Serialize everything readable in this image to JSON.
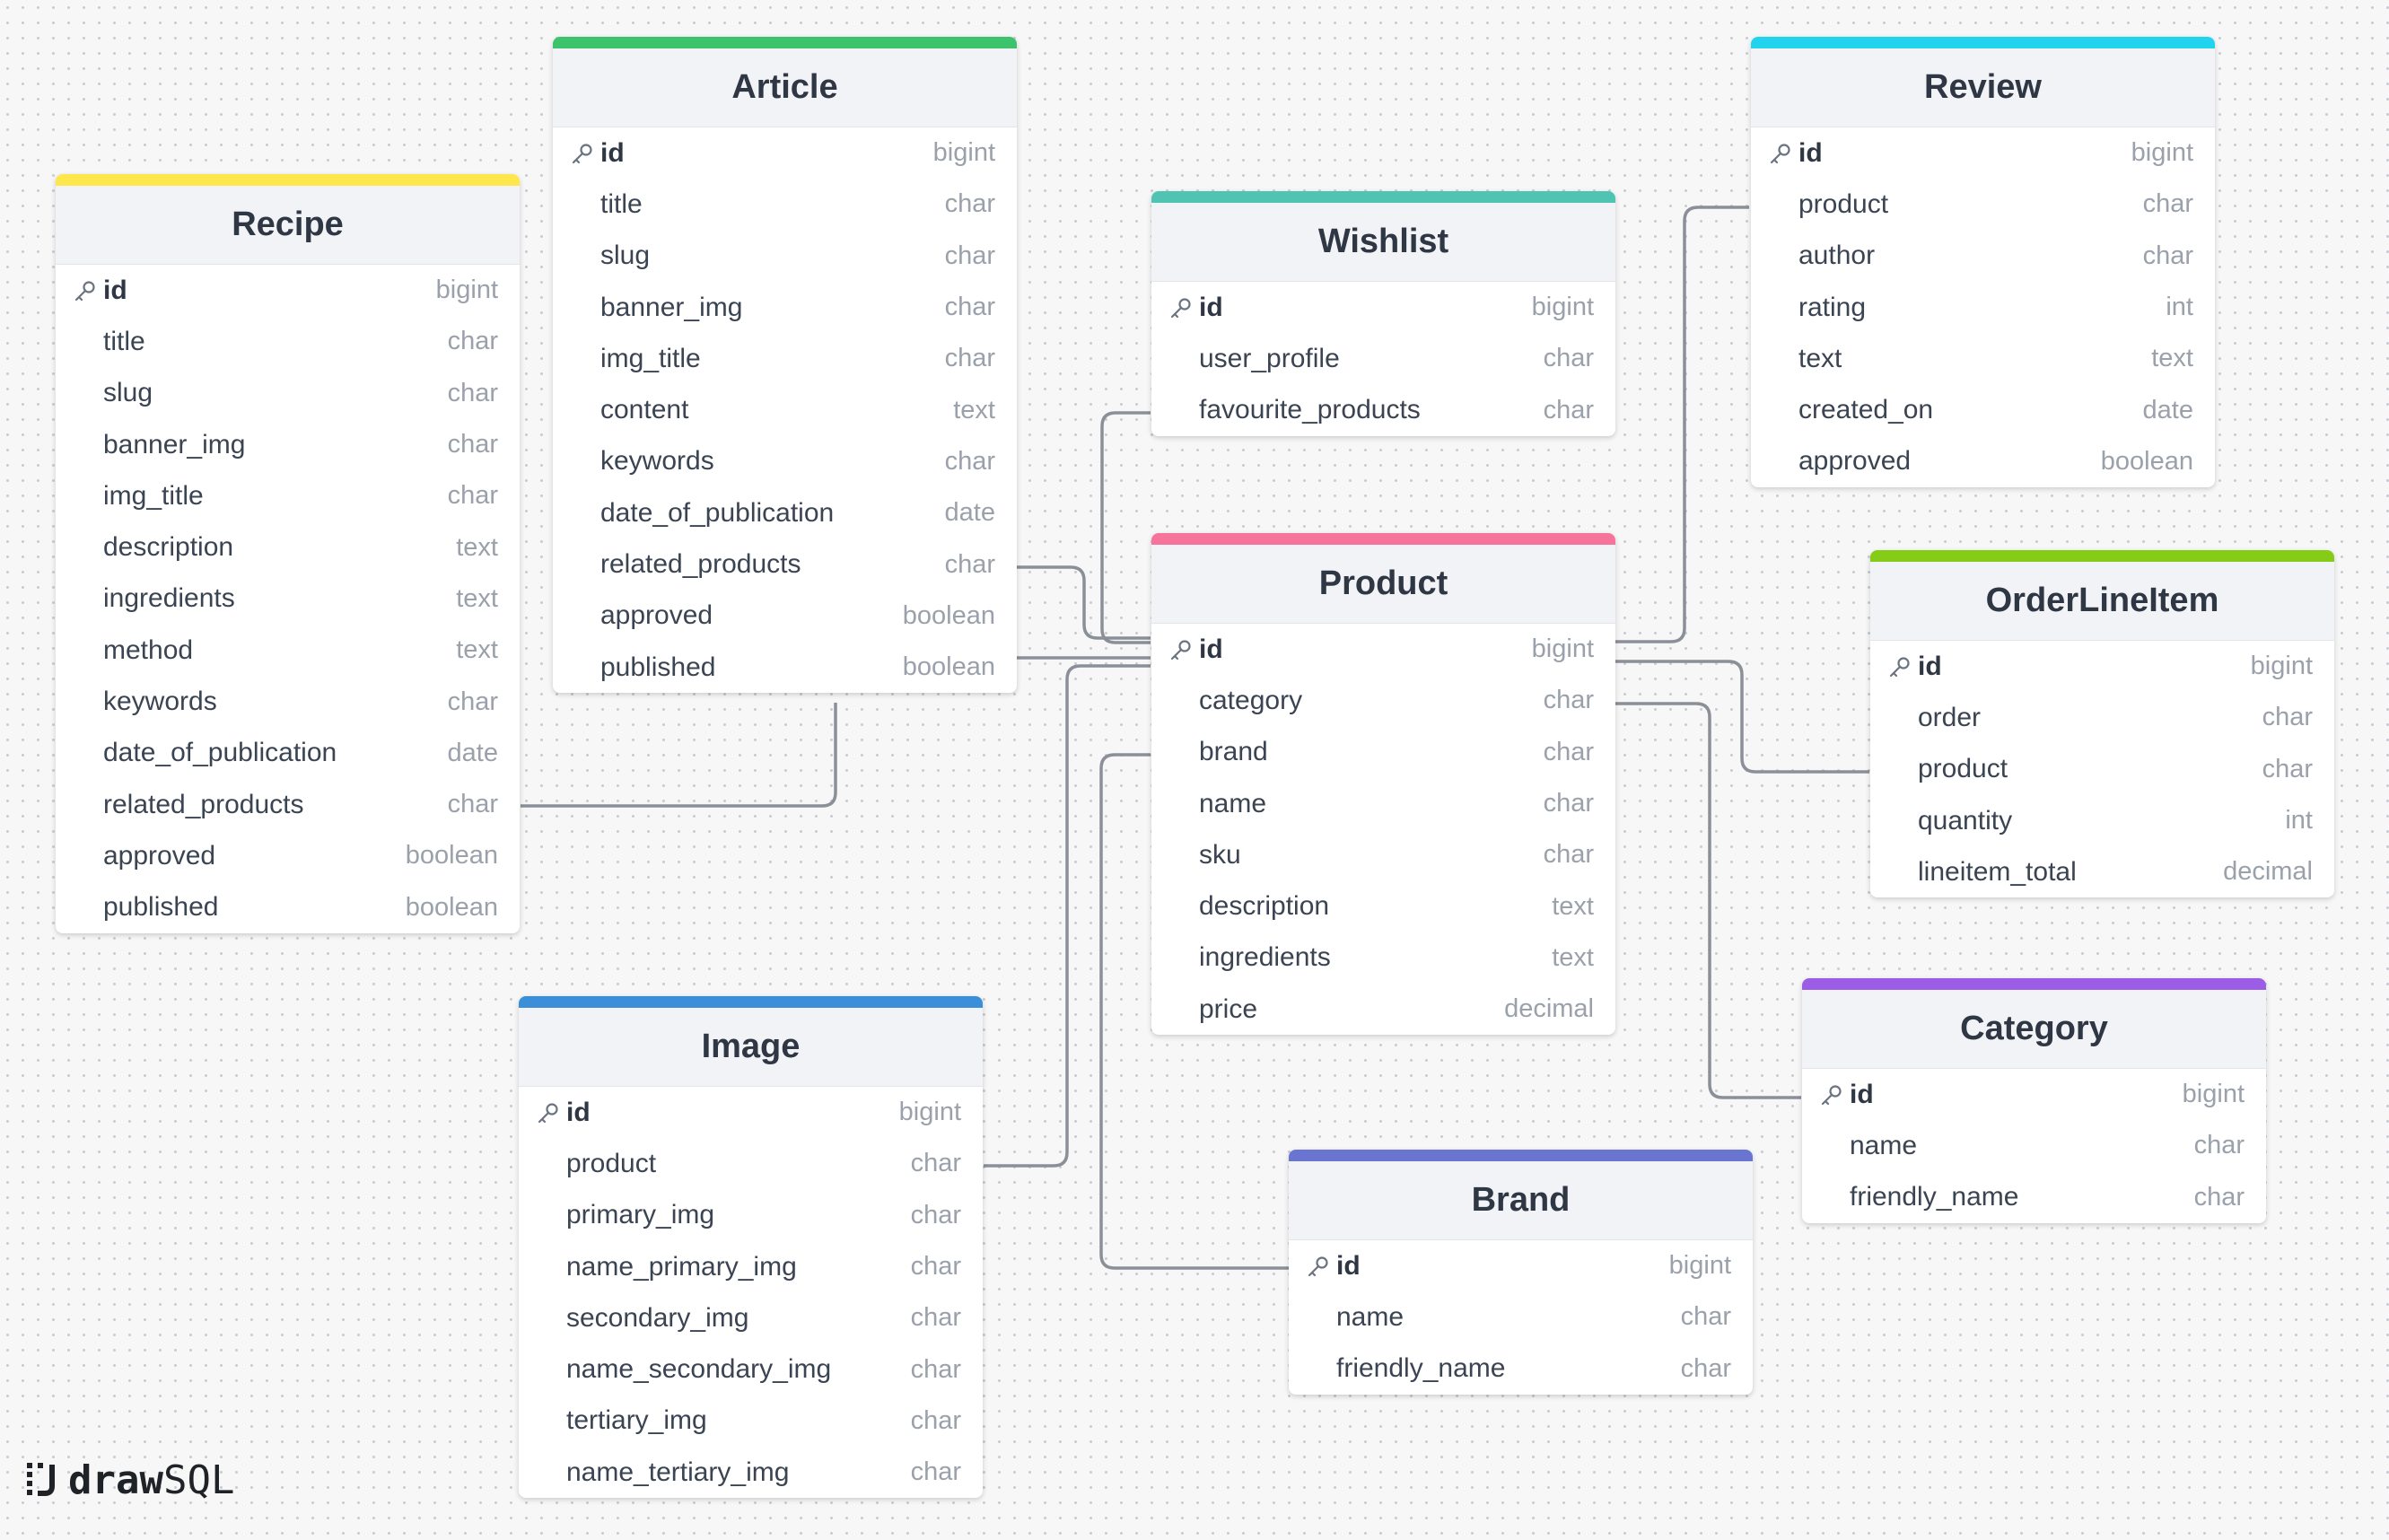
{
  "tables": [
    {
      "id": "recipe",
      "title": "Recipe",
      "accent": "#fde74c",
      "fields": [
        {
          "name": "id",
          "type": "bigint",
          "pk": true
        },
        {
          "name": "title",
          "type": "char"
        },
        {
          "name": "slug",
          "type": "char"
        },
        {
          "name": "banner_img",
          "type": "char"
        },
        {
          "name": "img_title",
          "type": "char"
        },
        {
          "name": "description",
          "type": "text"
        },
        {
          "name": "ingredients",
          "type": "text"
        },
        {
          "name": "method",
          "type": "text"
        },
        {
          "name": "keywords",
          "type": "char"
        },
        {
          "name": "date_of_publication",
          "type": "date"
        },
        {
          "name": "related_products",
          "type": "char"
        },
        {
          "name": "approved",
          "type": "boolean"
        },
        {
          "name": "published",
          "type": "boolean"
        }
      ]
    },
    {
      "id": "article",
      "title": "Article",
      "accent": "#3cc36b",
      "fields": [
        {
          "name": "id",
          "type": "bigint",
          "pk": true
        },
        {
          "name": "title",
          "type": "char"
        },
        {
          "name": "slug",
          "type": "char"
        },
        {
          "name": "banner_img",
          "type": "char"
        },
        {
          "name": "img_title",
          "type": "char"
        },
        {
          "name": "content",
          "type": "text"
        },
        {
          "name": "keywords",
          "type": "char"
        },
        {
          "name": "date_of_publication",
          "type": "date"
        },
        {
          "name": "related_products",
          "type": "char"
        },
        {
          "name": "approved",
          "type": "boolean"
        },
        {
          "name": "published",
          "type": "boolean"
        }
      ]
    },
    {
      "id": "wishlist",
      "title": "Wishlist",
      "accent": "#4fc4b3",
      "fields": [
        {
          "name": "id",
          "type": "bigint",
          "pk": true
        },
        {
          "name": "user_profile",
          "type": "char"
        },
        {
          "name": "favourite_products",
          "type": "char"
        }
      ]
    },
    {
      "id": "review",
      "title": "Review",
      "accent": "#22d3ee",
      "fields": [
        {
          "name": "id",
          "type": "bigint",
          "pk": true
        },
        {
          "name": "product",
          "type": "char"
        },
        {
          "name": "author",
          "type": "char"
        },
        {
          "name": "rating",
          "type": "int"
        },
        {
          "name": "text",
          "type": "text"
        },
        {
          "name": "created_on",
          "type": "date"
        },
        {
          "name": "approved",
          "type": "boolean"
        }
      ]
    },
    {
      "id": "product",
      "title": "Product",
      "accent": "#f6739b",
      "fields": [
        {
          "name": "id",
          "type": "bigint",
          "pk": true
        },
        {
          "name": "category",
          "type": "char"
        },
        {
          "name": "brand",
          "type": "char"
        },
        {
          "name": "name",
          "type": "char"
        },
        {
          "name": "sku",
          "type": "char"
        },
        {
          "name": "description",
          "type": "text"
        },
        {
          "name": "ingredients",
          "type": "text"
        },
        {
          "name": "price",
          "type": "decimal"
        }
      ]
    },
    {
      "id": "orderlineitem",
      "title": "OrderLineItem",
      "accent": "#84cc16",
      "fields": [
        {
          "name": "id",
          "type": "bigint",
          "pk": true
        },
        {
          "name": "order",
          "type": "char"
        },
        {
          "name": "product",
          "type": "char"
        },
        {
          "name": "quantity",
          "type": "int"
        },
        {
          "name": "lineitem_total",
          "type": "decimal"
        }
      ]
    },
    {
      "id": "image",
      "title": "Image",
      "accent": "#3b8fd9",
      "fields": [
        {
          "name": "id",
          "type": "bigint",
          "pk": true
        },
        {
          "name": "product",
          "type": "char"
        },
        {
          "name": "primary_img",
          "type": "char"
        },
        {
          "name": "name_primary_img",
          "type": "char"
        },
        {
          "name": "secondary_img",
          "type": "char"
        },
        {
          "name": "name_secondary_img",
          "type": "char"
        },
        {
          "name": "tertiary_img",
          "type": "char"
        },
        {
          "name": "name_tertiary_img",
          "type": "char"
        }
      ]
    },
    {
      "id": "category",
      "title": "Category",
      "accent": "#9b5de5",
      "fields": [
        {
          "name": "id",
          "type": "bigint",
          "pk": true
        },
        {
          "name": "name",
          "type": "char"
        },
        {
          "name": "friendly_name",
          "type": "char"
        }
      ]
    },
    {
      "id": "brand",
      "title": "Brand",
      "accent": "#6a75d2",
      "fields": [
        {
          "name": "id",
          "type": "bigint",
          "pk": true
        },
        {
          "name": "name",
          "type": "char"
        },
        {
          "name": "friendly_name",
          "type": "char"
        }
      ]
    }
  ],
  "relationships": [
    {
      "from": "recipe.related_products",
      "to": "article.published"
    },
    {
      "from": "article.related_products",
      "to": "product.id"
    },
    {
      "from": "article.published",
      "to": "product.id"
    },
    {
      "from": "wishlist.favourite_products",
      "to": "product.id"
    },
    {
      "from": "review.product",
      "to": "product.id"
    },
    {
      "from": "orderlineitem.product",
      "to": "product.id"
    },
    {
      "from": "image.product",
      "to": "product.id"
    },
    {
      "from": "product.brand",
      "to": "brand.id"
    },
    {
      "from": "product.category",
      "to": "category.id"
    }
  ],
  "logo": {
    "word_bold": "draw",
    "word_regular": "SQL"
  }
}
